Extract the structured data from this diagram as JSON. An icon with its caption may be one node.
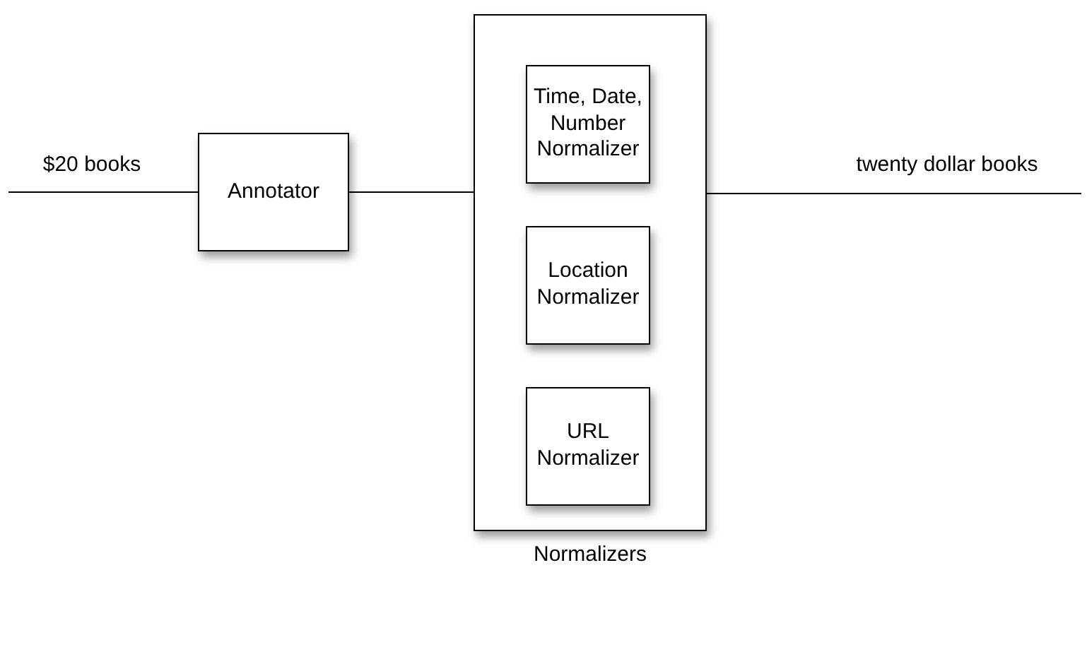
{
  "diagram": {
    "nodes": [
      {
        "text": [
          "Annotator"
        ]
      },
      {
        "text": [
          "Normalizers"
        ]
      },
      {
        "text": [
          "Time, Date, Number Normalizer"
        ],
        "in": 1
      },
      {
        "text": [
          "Location Normalizer"
        ],
        "in": 1
      },
      {
        "text": [
          "URL Normalizer"
        ],
        "in": 1
      }
    ],
    "edges": [
      {
        "from": null,
        "to": 0,
        "arrow": "none"
      },
      {
        "from": 0,
        "to": 1,
        "arrow": "none"
      },
      {
        "from": 1,
        "to": null,
        "arrow": "none"
      }
    ],
    "labels": [
      "$20 books",
      "twenty dollar books"
    ]
  }
}
